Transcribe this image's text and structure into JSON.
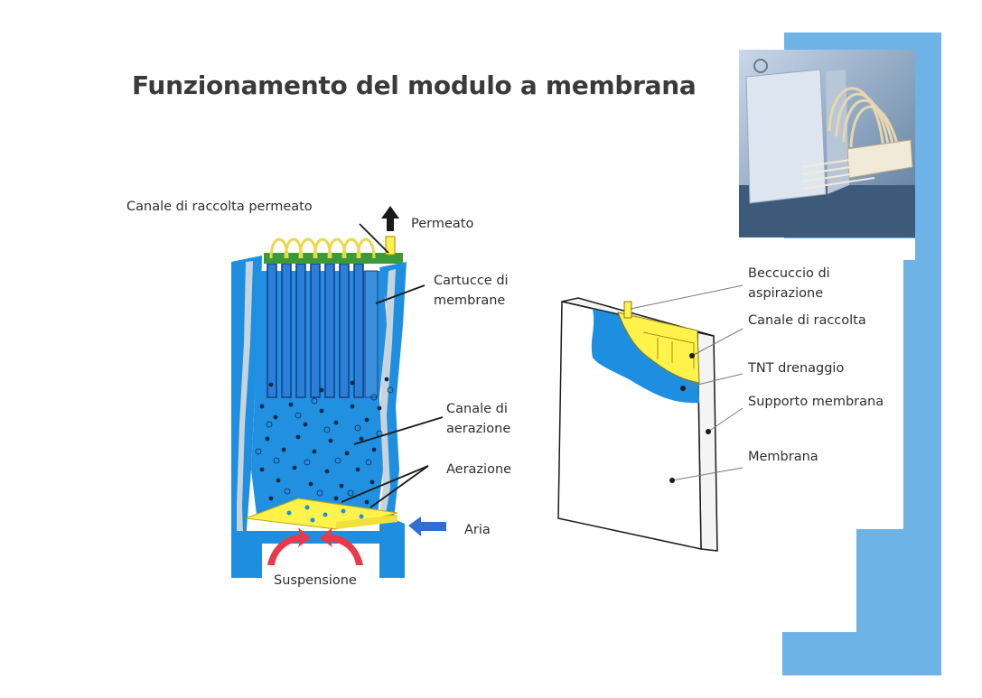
{
  "slide": {
    "title": "Funzionamento del modulo a membrana"
  },
  "module_diagram": {
    "labels": {
      "permeate_channel": "Canale di raccolta permeato",
      "permeate": "Permeato",
      "cartridges_line1": "Cartucce di",
      "cartridges_line2": "membrane",
      "aeration_channel_line1": "Canale di",
      "aeration_channel_line2": "aerazione",
      "aeration": "Aerazione",
      "air": "Aria",
      "suspension": "Suspensione"
    }
  },
  "cartridge_diagram": {
    "labels": {
      "nozzle_line1": "Beccuccio di",
      "nozzle_line2": "aspirazione",
      "collection_channel": "Canale di raccolta",
      "tnt_drainage": "TNT drenaggio",
      "membrane_support": "Supporto membrana",
      "membrane": "Membrana"
    }
  },
  "colors": {
    "tank_blue": "#1e8fe0",
    "tank_wall": "#bfcad4",
    "accent_blue": "#6db3e8",
    "yellow": "#fff24a",
    "red_arrow": "#e83a4a",
    "air_arrow": "#2f6fd0",
    "green_channel": "#3a9a3a"
  }
}
